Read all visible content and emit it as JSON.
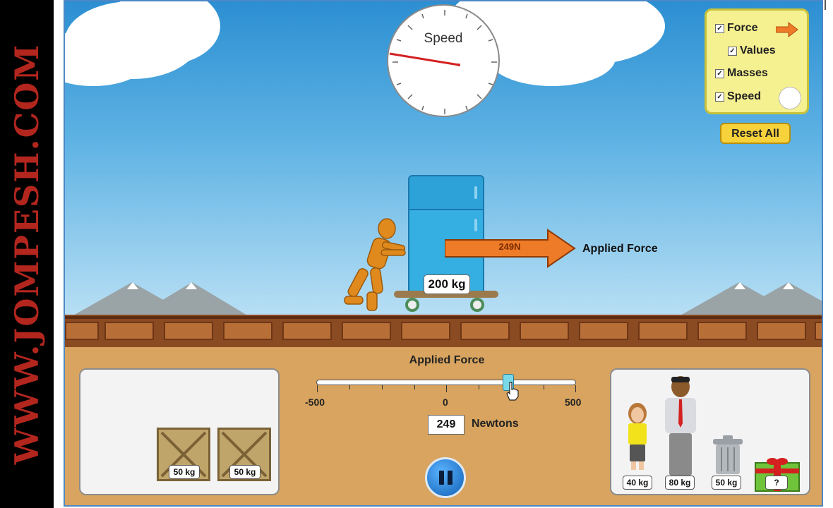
{
  "watermark": {
    "text": "WWW.JOMPESH.COM"
  },
  "speedometer": {
    "label": "Speed"
  },
  "controls": {
    "force": "Force",
    "values": "Values",
    "masses": "Masses",
    "speed": "Speed",
    "check": "✓"
  },
  "reset_all": "Reset All",
  "scene": {
    "fridge_mass": "200 kg",
    "force_value": "249N",
    "applied_force_label": "Applied Force"
  },
  "slider": {
    "title": "Applied Force",
    "min_label": "-500",
    "zero_label": "0",
    "max_label": "500",
    "value": "249",
    "units": "Newtons",
    "min": -500,
    "max": 500,
    "current": 249
  },
  "left_panel": {
    "crates": [
      "50 kg",
      "50 kg"
    ]
  },
  "right_panel": {
    "objects": [
      "40 kg",
      "80 kg",
      "50 kg",
      "?"
    ]
  },
  "colors": {
    "sky": "#5fb3e4",
    "ground": "#8a4a22",
    "arrow": "#ee7b28",
    "panel": "#f5f090",
    "reset": "#f8d23a"
  }
}
